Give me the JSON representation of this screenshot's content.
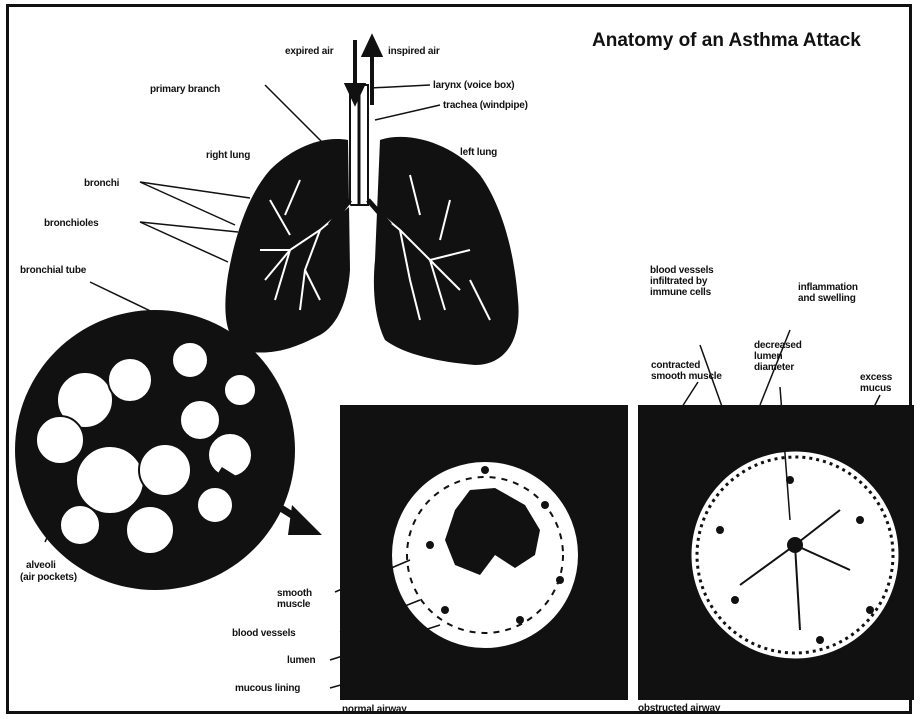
{
  "title": "Anatomy of an Asthma Attack",
  "labels": {
    "expired_air": "expired air",
    "inspired_air": "inspired air",
    "primary_branch": "primary branch",
    "larynx": "larynx (voice box)",
    "trachea": "trachea (windpipe)",
    "right_lung": "right lung",
    "left_lung": "left lung",
    "bronchi": "bronchi",
    "bronchioles": "bronchioles",
    "bronchial_tube": "bronchial tube",
    "alveoli": "alveoli",
    "air_pockets": "(air pockets)",
    "blood_vessels_infiltrated": "blood vessels infiltrated by immune cells",
    "inflammation": "inflammation and swelling",
    "contracted_muscle": "contracted smooth muscle",
    "decreased_lumen": "decreased lumen diameter",
    "excess_mucus": "excess mucus",
    "smooth_muscle": "smooth muscle",
    "blood_vessels": "blood vessels",
    "lumen": "lumen",
    "mucous_lining": "mucous lining",
    "normal_airway": "normal airway",
    "obstructed_airway": "obstructed airway"
  }
}
